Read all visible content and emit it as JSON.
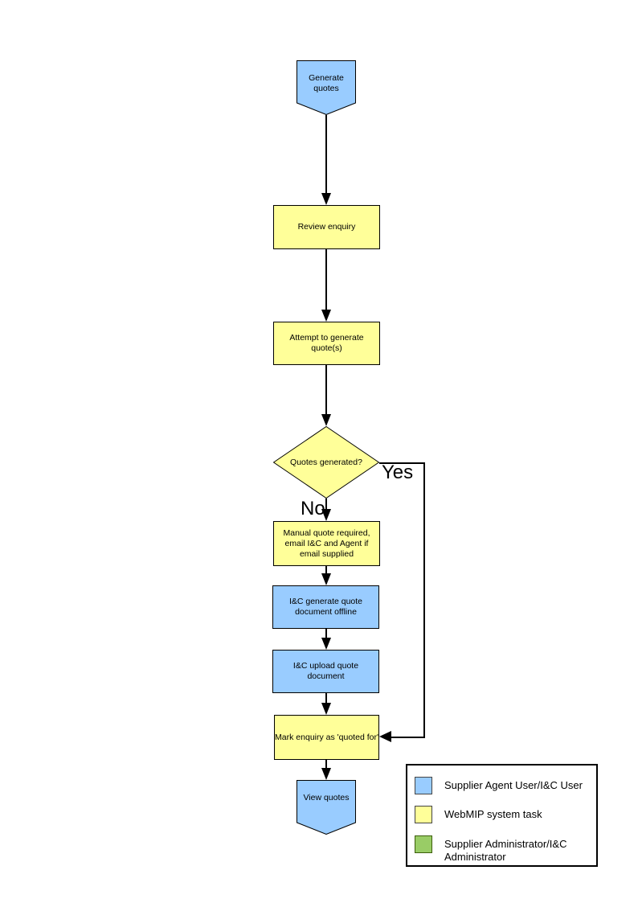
{
  "flowchart": {
    "start": {
      "label": "Generate quotes"
    },
    "review_enquiry": {
      "label": "Review enquiry"
    },
    "attempt_generate": {
      "label": "Attempt to generate quote(s)"
    },
    "quotes_generated": {
      "label": "Quotes generated?"
    },
    "branch_yes": "Yes",
    "branch_no": "No",
    "manual_quote": {
      "label": "Manual quote required, email I&C and Agent if email supplied"
    },
    "generate_offline": {
      "label": "I&C generate quote document offline"
    },
    "upload_quote": {
      "label": "I&C upload quote document"
    },
    "mark_quoted": {
      "label": "Mark enquiry as 'quoted for'"
    },
    "end": {
      "label": "View quotes"
    }
  },
  "legend": {
    "items": [
      {
        "label": "Supplier Agent User/I&C User",
        "color": "#99CCFF"
      },
      {
        "label": "WebMIP system task",
        "color": "#FFFF99"
      },
      {
        "label": "Supplier Administrator/I&C Administrator",
        "color": "#99CC66"
      }
    ]
  },
  "colors": {
    "user_task_fill": "#99CCFF",
    "system_task_fill": "#FFFF99",
    "admin_fill": "#99CC66",
    "line": "#000000"
  }
}
